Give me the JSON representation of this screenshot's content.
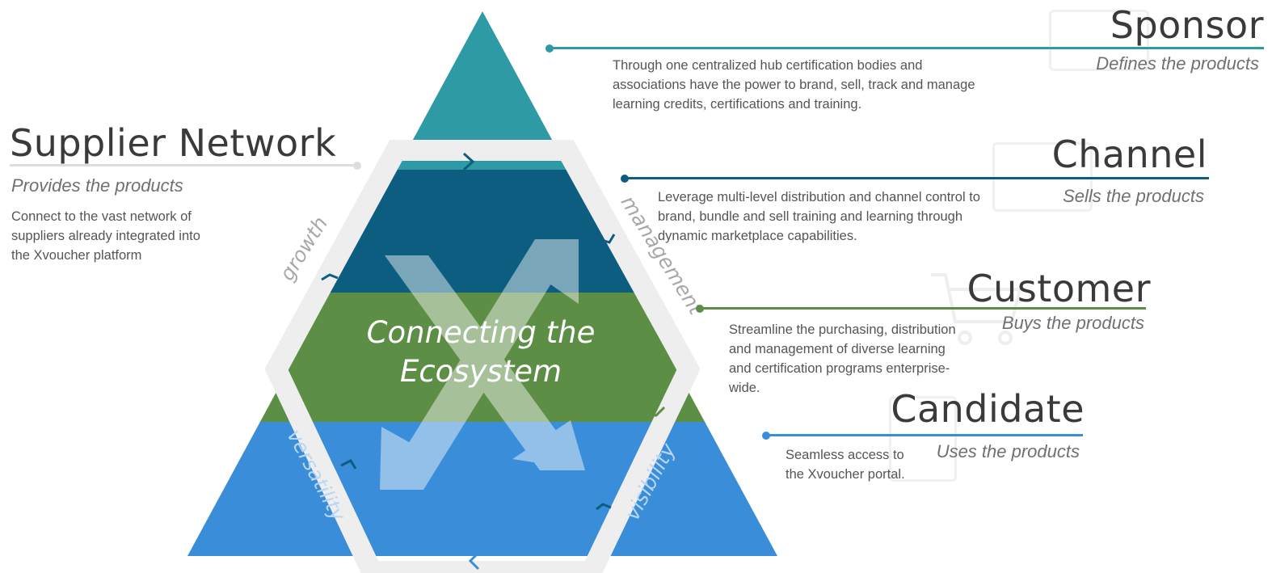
{
  "center": {
    "line1": "Connecting the",
    "line2": "Ecosystem"
  },
  "cycle_labels": {
    "growth": "growth",
    "management": "management",
    "visibility": "visibility",
    "versatility": "versatility"
  },
  "supplier": {
    "title": "Supplier Network",
    "subtitle": "Provides the products",
    "lines": [
      "Connect to the vast network of",
      "suppliers already integrated into",
      "the Xvoucher platform"
    ]
  },
  "sponsor": {
    "title": "Sponsor",
    "subtitle": "Defines the products",
    "lines": [
      "Through one centralized hub certification bodies and",
      "associations have the power to brand, sell, track and manage",
      "learning credits, certifications and training."
    ]
  },
  "channel": {
    "title": "Channel",
    "subtitle": "Sells the products",
    "lines": [
      "Leverage multi-level distribution and channel control to",
      "brand, bundle and sell training and learning through",
      "dynamic marketplace capabilities."
    ]
  },
  "customer": {
    "title": "Customer",
    "subtitle": "Buys the products",
    "lines": [
      "Streamline the purchasing, distribution",
      "and management of diverse learning",
      "and certification programs enterprise-",
      "wide."
    ]
  },
  "candidate": {
    "title": "Candidate",
    "subtitle": "Uses the products",
    "lines": [
      "Seamless access to",
      "the Xvoucher portal."
    ]
  },
  "colors": {
    "teal": "#2e9aa6",
    "navy": "#0d5d80",
    "green": "#5d8e46",
    "blue": "#3a8dd8",
    "gray_rule": "#dddddd"
  },
  "icons": {
    "sponsor": "certificate-icon",
    "channel": "dollar-screen-icon",
    "customer": "cart-icon",
    "candidate": "calculator-icon"
  }
}
